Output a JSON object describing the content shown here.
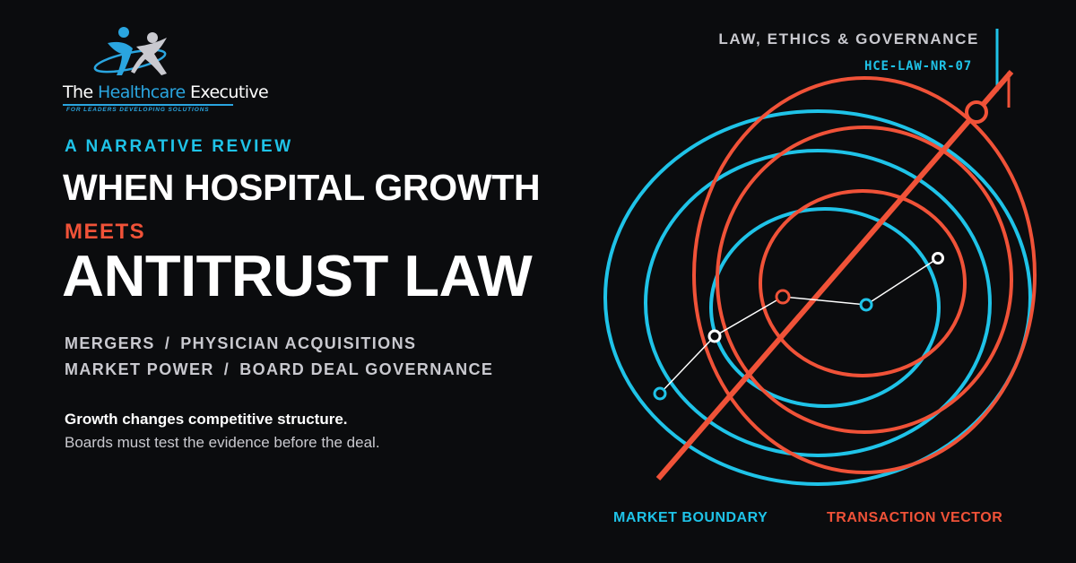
{
  "brand": {
    "name_prefix": "The ",
    "name_highlight": "Healthcare",
    "name_suffix": " Executive",
    "tagline": "FOR LEADERS DEVELOPING SOLUTIONS"
  },
  "header": {
    "category": "LAW, ETHICS & GOVERNANCE",
    "code": "HCE-LAW-NR-07"
  },
  "hero": {
    "kicker": "A NARRATIVE REVIEW",
    "title_line1": "WHEN HOSPITAL GROWTH",
    "connector": "MEETS",
    "title_line2": "ANTITRUST LAW"
  },
  "topics": {
    "row1": [
      "MERGERS",
      "PHYSICIAN ACQUISITIONS"
    ],
    "row2": [
      "MARKET POWER",
      "BOARD DEAL GOVERNANCE"
    ],
    "separator": "/"
  },
  "summary": {
    "lead": "Growth changes competitive structure.",
    "sub": "Boards must test the evidence before the deal."
  },
  "legend": {
    "market": "MARKET BOUNDARY",
    "transaction": "TRANSACTION VECTOR"
  },
  "colors": {
    "background": "#0b0c0e",
    "accent_blue": "#1fc3e8",
    "accent_red": "#f05238",
    "text_white": "#ffffff",
    "text_grey": "#c9c9cf"
  }
}
